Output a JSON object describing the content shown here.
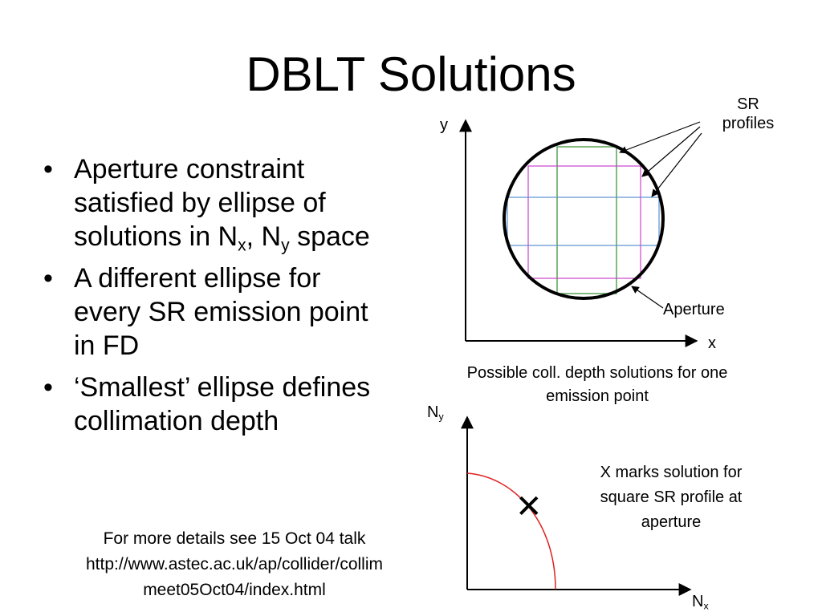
{
  "title": "DBLT Solutions",
  "bullets": [
    {
      "text": "Aperture constraint satisfied by ellipse of solutions in N",
      "sub1": "x",
      "mid": ", N",
      "sub2": "y",
      "end": " space"
    },
    {
      "text": "A different ellipse for every SR emission point in FD"
    },
    {
      "text": "‘Smallest’ ellipse defines collimation depth"
    }
  ],
  "footer": {
    "line1": "For more details see 15 Oct 04 talk",
    "line2": "http://www.astec.ac.uk/ap/collider/collim",
    "line3": "meet05Oct04/index.html"
  },
  "top_diagram": {
    "y_axis": "y",
    "x_axis": "x",
    "sr_profiles_line1": "SR",
    "sr_profiles_line2": "profiles",
    "aperture": "Aperture",
    "caption_line1": "Possible coll. depth solutions for one",
    "caption_line2": "emission point",
    "colors": {
      "circle": "#000000",
      "green": "#2e8b2e",
      "magenta": "#cc44cc",
      "blue": "#5a8fd0"
    }
  },
  "bottom_diagram": {
    "y_axis": "N",
    "y_axis_sub": "y",
    "x_axis": "N",
    "x_axis_sub": "x",
    "marker": "✕",
    "note_line1": "X marks solution for",
    "note_line2": "square SR profile at",
    "note_line3": "aperture",
    "colors": {
      "curve": "#e02020"
    }
  }
}
